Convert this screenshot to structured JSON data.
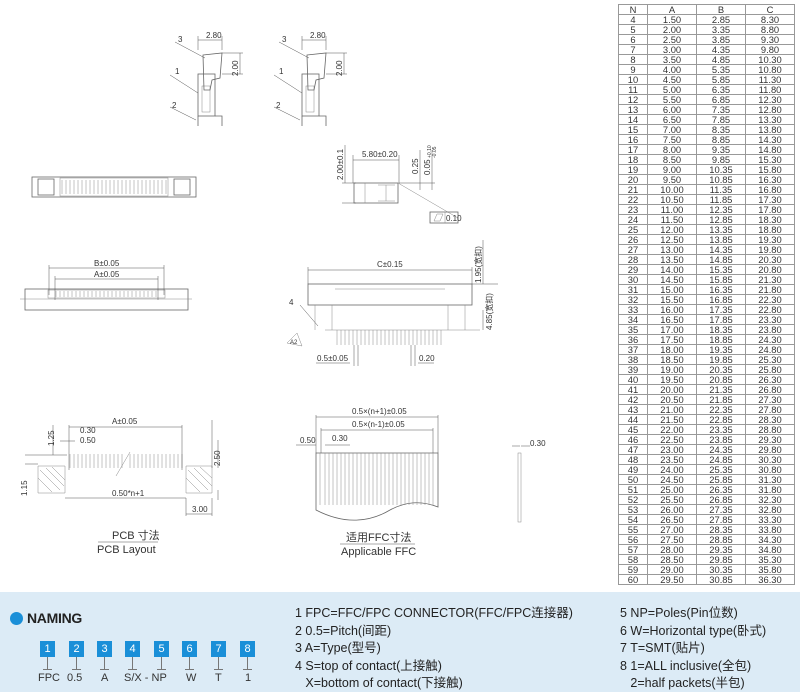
{
  "drawing": {
    "side_view": {
      "label_3": "3",
      "label_1": "1",
      "label_2": "2",
      "dim_width": "2.80",
      "dim_height": "2.00"
    },
    "profile_view": {
      "height": "2.00±0.1",
      "length": "5.80±0.20",
      "dim_025": "0.25",
      "tol_base": "0.05",
      "tol_plus": "+0.10",
      "tol_minus": "-0.05",
      "flatness": "0.10"
    },
    "top_view": {
      "b_dim": "B±0.05",
      "a_dim": "A±0.05"
    },
    "front_view": {
      "c_dim": "C±0.15",
      "h1": "1.95(宽扣)",
      "h2": "4.85(宽扣)",
      "label_4": "4",
      "datum": "A2",
      "pitch": "0.5±0.05",
      "pin_width": "0.20"
    },
    "pcb": {
      "a_dim": "A±0.05",
      "d030": "0.30",
      "d050": "0.50",
      "d125": "1.25",
      "d115": "1.15",
      "d250": "2.50",
      "span": "0.50*n+1",
      "d300": "3.00",
      "title_cn": "PCB   寸法",
      "title_en": "PCB  Layout"
    },
    "ffc": {
      "outer": "0.5×(n+1)±0.05",
      "inner": "0.5×(n-1)±0.05",
      "d050": "0.50",
      "d030": "0.30",
      "thickness": "0.30",
      "title_cn": "适用FFC寸法",
      "title_en": "Applicable  FFC"
    }
  },
  "table": {
    "headers": [
      "N",
      "A",
      "B",
      "C"
    ],
    "rows": [
      [
        "4",
        "1.50",
        "2.85",
        "8.30"
      ],
      [
        "5",
        "2.00",
        "3.35",
        "8.80"
      ],
      [
        "6",
        "2.50",
        "3.85",
        "9.30"
      ],
      [
        "7",
        "3.00",
        "4.35",
        "9.80"
      ],
      [
        "8",
        "3.50",
        "4.85",
        "10.30"
      ],
      [
        "9",
        "4.00",
        "5.35",
        "10.80"
      ],
      [
        "10",
        "4.50",
        "5.85",
        "11.30"
      ],
      [
        "11",
        "5.00",
        "6.35",
        "11.80"
      ],
      [
        "12",
        "5.50",
        "6.85",
        "12.30"
      ],
      [
        "13",
        "6.00",
        "7.35",
        "12.80"
      ],
      [
        "14",
        "6.50",
        "7.85",
        "13.30"
      ],
      [
        "15",
        "7.00",
        "8.35",
        "13.80"
      ],
      [
        "16",
        "7.50",
        "8.85",
        "14.30"
      ],
      [
        "17",
        "8.00",
        "9.35",
        "14.80"
      ],
      [
        "18",
        "8.50",
        "9.85",
        "15.30"
      ],
      [
        "19",
        "9.00",
        "10.35",
        "15.80"
      ],
      [
        "20",
        "9.50",
        "10.85",
        "16.30"
      ],
      [
        "21",
        "10.00",
        "11.35",
        "16.80"
      ],
      [
        "22",
        "10.50",
        "11.85",
        "17.30"
      ],
      [
        "23",
        "11.00",
        "12.35",
        "17.80"
      ],
      [
        "24",
        "11.50",
        "12.85",
        "18.30"
      ],
      [
        "25",
        "12.00",
        "13.35",
        "18.80"
      ],
      [
        "26",
        "12.50",
        "13.85",
        "19.30"
      ],
      [
        "27",
        "13.00",
        "14.35",
        "19.80"
      ],
      [
        "28",
        "13.50",
        "14.85",
        "20.30"
      ],
      [
        "29",
        "14.00",
        "15.35",
        "20.80"
      ],
      [
        "30",
        "14.50",
        "15.85",
        "21.30"
      ],
      [
        "31",
        "15.00",
        "16.35",
        "21.80"
      ],
      [
        "32",
        "15.50",
        "16.85",
        "22.30"
      ],
      [
        "33",
        "16.00",
        "17.35",
        "22.80"
      ],
      [
        "34",
        "16.50",
        "17.85",
        "23.30"
      ],
      [
        "35",
        "17.00",
        "18.35",
        "23.80"
      ],
      [
        "36",
        "17.50",
        "18.85",
        "24.30"
      ],
      [
        "37",
        "18.00",
        "19.35",
        "24.80"
      ],
      [
        "38",
        "18.50",
        "19.85",
        "25.30"
      ],
      [
        "39",
        "19.00",
        "20.35",
        "25.80"
      ],
      [
        "40",
        "19.50",
        "20.85",
        "26.30"
      ],
      [
        "41",
        "20.00",
        "21.35",
        "26.80"
      ],
      [
        "42",
        "20.50",
        "21.85",
        "27.30"
      ],
      [
        "43",
        "21.00",
        "22.35",
        "27.80"
      ],
      [
        "44",
        "21.50",
        "22.85",
        "28.30"
      ],
      [
        "45",
        "22.00",
        "23.35",
        "28.80"
      ],
      [
        "46",
        "22.50",
        "23.85",
        "29.30"
      ],
      [
        "47",
        "23.00",
        "24.35",
        "29.80"
      ],
      [
        "48",
        "23.50",
        "24.85",
        "30.30"
      ],
      [
        "49",
        "24.00",
        "25.35",
        "30.80"
      ],
      [
        "50",
        "24.50",
        "25.85",
        "31.30"
      ],
      [
        "51",
        "25.00",
        "26.35",
        "31.80"
      ],
      [
        "52",
        "25.50",
        "26.85",
        "32.30"
      ],
      [
        "53",
        "26.00",
        "27.35",
        "32.80"
      ],
      [
        "54",
        "26.50",
        "27.85",
        "33.30"
      ],
      [
        "55",
        "27.00",
        "28.35",
        "33.80"
      ],
      [
        "56",
        "27.50",
        "28.85",
        "34.30"
      ],
      [
        "57",
        "28.00",
        "29.35",
        "34.80"
      ],
      [
        "58",
        "28.50",
        "29.85",
        "35.30"
      ],
      [
        "59",
        "29.00",
        "30.35",
        "35.80"
      ],
      [
        "60",
        "29.50",
        "30.85",
        "36.30"
      ]
    ]
  },
  "naming": {
    "title": "NAMING",
    "accent": "#1a8fd8",
    "boxes": [
      "1",
      "2",
      "3",
      "4",
      "5",
      "6",
      "7",
      "8"
    ],
    "codes": [
      "FPC",
      "0.5",
      "A",
      "S/X - NP",
      "W",
      "T",
      "1"
    ],
    "desc_left": [
      "1 FPC=FFC/FPC CONNECTOR(FFC/FPC连接器)",
      "2 0.5=Pitch(间距)",
      "3 A=Type(型号)",
      "4 S=top of contact(上接触)",
      "   X=bottom of contact(下接触)"
    ],
    "desc_right": [
      "5 NP=Poles(Pin位数)",
      "6 W=Horizontal type(卧式)",
      "7 T=SMT(贴片)",
      "8 1=ALL inclusive(全包)",
      "   2=half packets(半包)"
    ]
  }
}
